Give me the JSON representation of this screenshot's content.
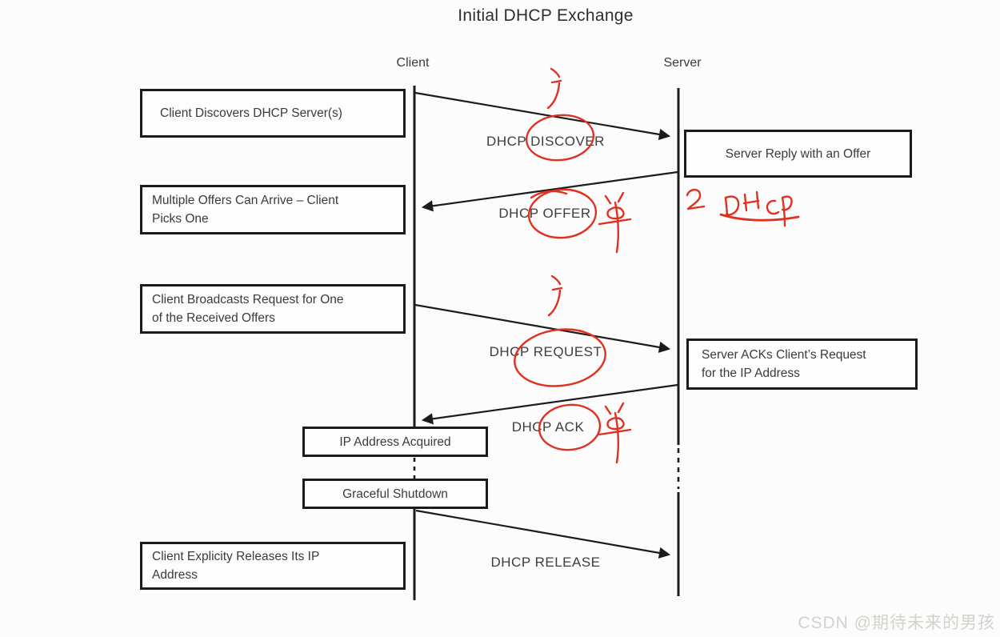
{
  "title": "Initial DHCP Exchange",
  "actors": {
    "client": "Client",
    "server": "Server"
  },
  "notes": [
    {
      "id": "client-discovers",
      "lines": [
        "Client Discovers DHCP Server(s)"
      ]
    },
    {
      "id": "multiple-offers",
      "lines": [
        "Multiple Offers Can Arrive – Client",
        "Picks One"
      ]
    },
    {
      "id": "client-broadcasts",
      "lines": [
        "Client Broadcasts Request for One",
        "of the Received Offers"
      ]
    },
    {
      "id": "client-releases",
      "lines": [
        "Client Explicity Releases Its IP",
        "Address"
      ]
    },
    {
      "id": "ip-acquired",
      "lines": [
        "IP Address Acquired"
      ]
    },
    {
      "id": "graceful-shutdown",
      "lines": [
        "Graceful Shutdown"
      ]
    },
    {
      "id": "server-reply",
      "lines": [
        "Server Reply with an Offer"
      ]
    },
    {
      "id": "server-acks",
      "lines": [
        "Server ACKs Client’s Request",
        "for the IP Address"
      ]
    }
  ],
  "messages": [
    {
      "label": "DHCP DISCOVER",
      "direction": "client-to-server"
    },
    {
      "label": "DHCP OFFER",
      "direction": "server-to-client"
    },
    {
      "label": "DHCP REQUEST",
      "direction": "client-to-server"
    },
    {
      "label": "DHCP ACK",
      "direction": "server-to-client"
    },
    {
      "label": "DHCP RELEASE",
      "direction": "client-to-server"
    }
  ],
  "red_annotations": {
    "ink_color": "#e0301f",
    "handwriting_beside_server_reply": "2 DHCP",
    "glyph_above_discover": "广",
    "glyph_beside_offer": "单",
    "glyph_above_request": "广",
    "glyph_beside_ack": "单",
    "circled_words": [
      "DISCOVER",
      "OFFER",
      "REQUEST",
      "ACK"
    ]
  },
  "watermark": "CSDN @期待未来的男孩"
}
